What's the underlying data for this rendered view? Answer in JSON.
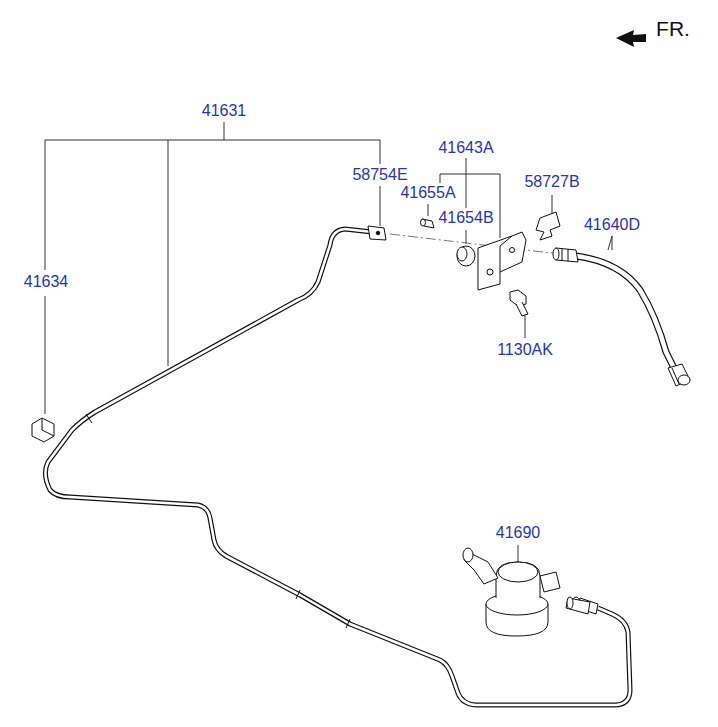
{
  "diagram": {
    "labels": [
      "FR.",
      "41631",
      "58754E",
      "41643A",
      "41655A",
      "41654B",
      "58727B",
      "41640D",
      "41634",
      "1130AK",
      "41690"
    ]
  }
}
